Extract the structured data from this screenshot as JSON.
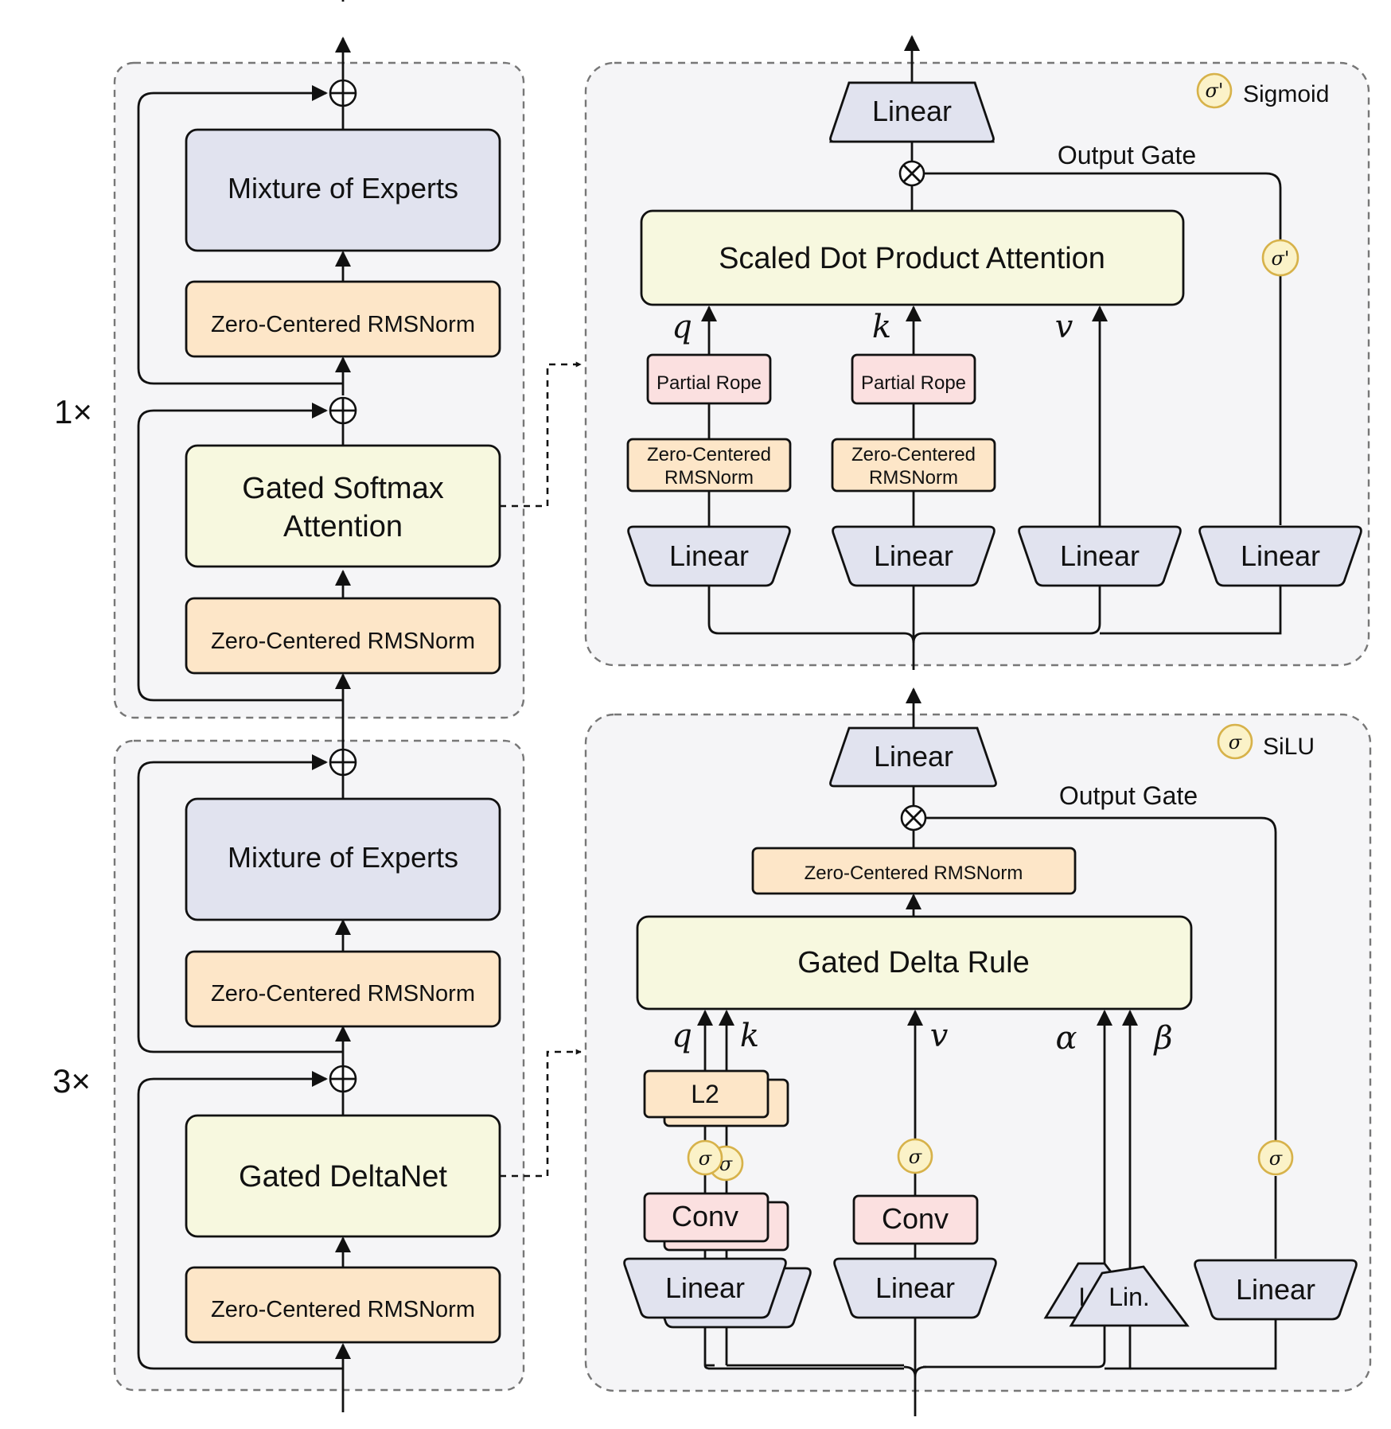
{
  "left": {
    "attn_block": {
      "repeat_label": "1×",
      "moe_label": "Mixture of Experts",
      "norm_top_label": "Zero-Centered RMSNorm",
      "attn_label_line1": "Gated Softmax",
      "attn_label_line2": "Attention",
      "norm_bottom_label": "Zero-Centered RMSNorm"
    },
    "delta_block": {
      "repeat_label": "3×",
      "moe_label": "Mixture of Experts",
      "norm_top_label": "Zero-Centered RMSNorm",
      "delta_label": "Gated DeltaNet",
      "norm_bottom_label": "Zero-Centered RMSNorm"
    }
  },
  "attention_detail": {
    "legend_symbol": "σ'",
    "legend_label": "Sigmoid",
    "output_linear": "Linear",
    "output_gate_label": "Output Gate",
    "sdpa_label": "Scaled Dot Product Attention",
    "gate_symbol": "σ'",
    "q_label": "q",
    "k_label": "k",
    "v_label": "v",
    "q_rope": "Partial Rope",
    "k_rope": "Partial Rope",
    "q_norm_line1": "Zero-Centered",
    "q_norm_line2": "RMSNorm",
    "k_norm_line1": "Zero-Centered",
    "k_norm_line2": "RMSNorm",
    "q_linear": "Linear",
    "k_linear": "Linear",
    "v_linear": "Linear",
    "gate_linear": "Linear"
  },
  "deltanet_detail": {
    "legend_symbol": "σ",
    "legend_label": "SiLU",
    "output_linear": "Linear",
    "output_gate_label": "Output Gate",
    "norm_label": "Zero-Centered RMSNorm",
    "delta_rule_label": "Gated Delta Rule",
    "q_label": "q",
    "k_label": "k",
    "v_label": "v",
    "alpha_label": "α",
    "beta_label": "β",
    "l2_label": "L2",
    "qk_act_symbol": "σ",
    "qk_act_symbol_back": "σ",
    "v_act_symbol": "σ",
    "gate_act_symbol": "σ",
    "qk_conv": "Conv",
    "v_conv": "Conv",
    "qk_linear": "Linear",
    "v_linear": "Linear",
    "ab_linear_back": "Li",
    "ab_linear_front": "Lin.",
    "gate_linear": "Linear"
  }
}
